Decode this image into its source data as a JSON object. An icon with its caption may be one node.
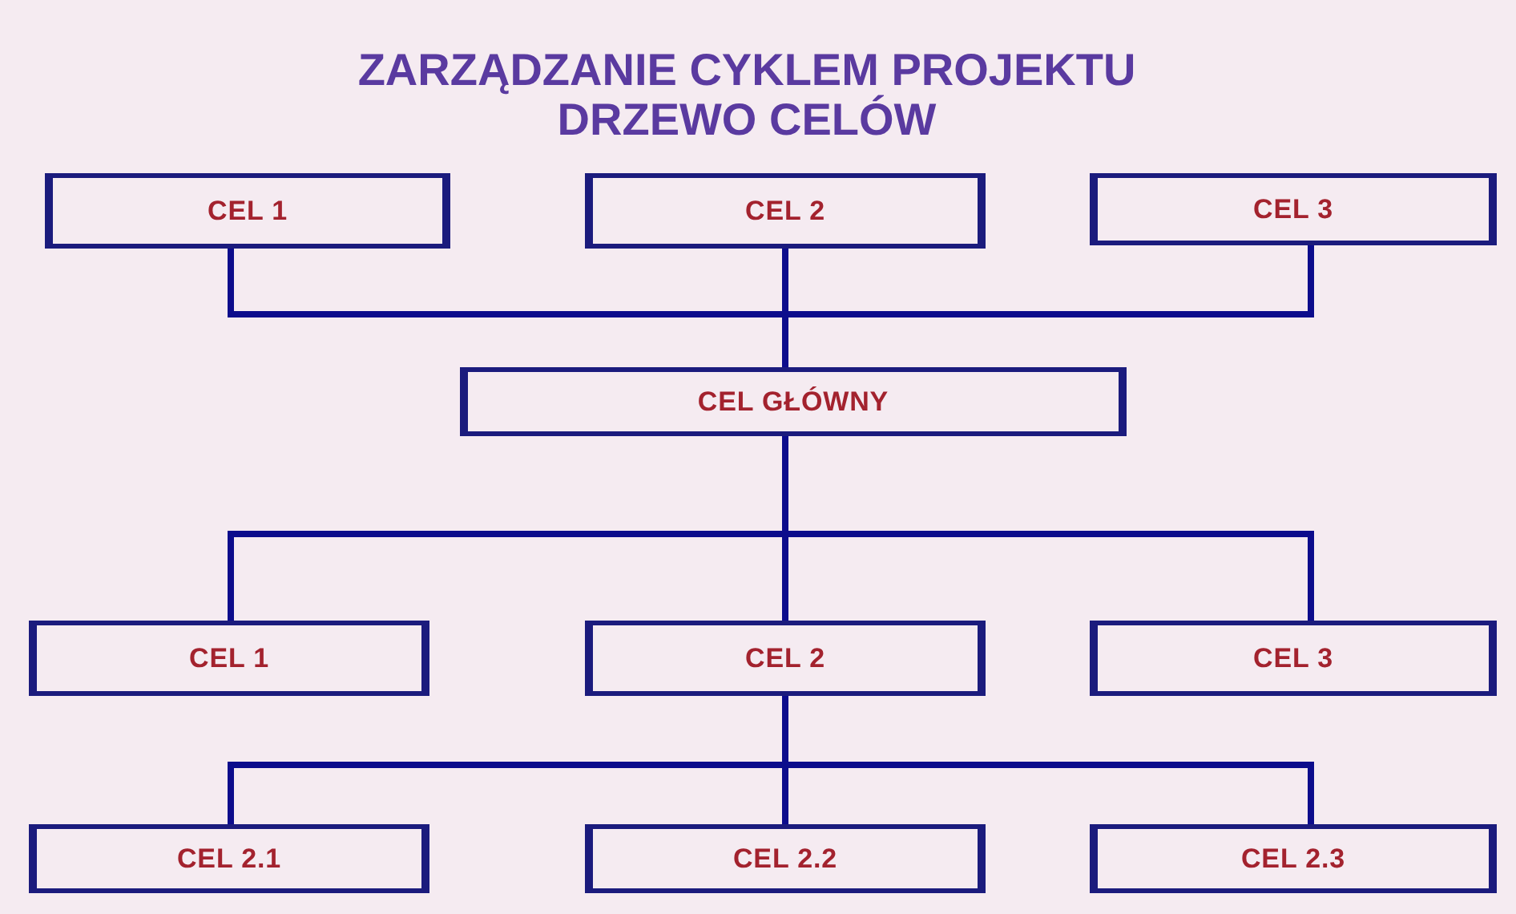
{
  "diagram": {
    "title": "ZARZĄDZANIE CYKLEM PROJEKTU DRZEWO CELÓW",
    "nodes": [
      {
        "text": [
          "CEL 1"
        ]
      },
      {
        "text": [
          "CEL 2"
        ]
      },
      {
        "text": [
          "CEL 3"
        ]
      },
      {
        "text": [
          "CEL GŁÓWNY"
        ]
      },
      {
        "text": [
          "CEL 1"
        ]
      },
      {
        "text": [
          "CEL 2"
        ]
      },
      {
        "text": [
          "CEL 3"
        ]
      },
      {
        "text": [
          "CEL 2.1"
        ]
      },
      {
        "text": [
          "CEL 2.2"
        ]
      },
      {
        "text": [
          "CEL 2.3"
        ]
      }
    ],
    "edges": [
      {
        "from": 0,
        "to": 3,
        "arrow": "none"
      },
      {
        "from": 1,
        "to": 3,
        "arrow": "none"
      },
      {
        "from": 2,
        "to": 3,
        "arrow": "none"
      },
      {
        "from": 3,
        "to": 4,
        "arrow": "none"
      },
      {
        "from": 3,
        "to": 5,
        "arrow": "none"
      },
      {
        "from": 3,
        "to": 6,
        "arrow": "none"
      },
      {
        "from": 5,
        "to": 7,
        "arrow": "none"
      },
      {
        "from": 5,
        "to": 8,
        "arrow": "none"
      },
      {
        "from": 5,
        "to": 9,
        "arrow": "none"
      }
    ]
  }
}
